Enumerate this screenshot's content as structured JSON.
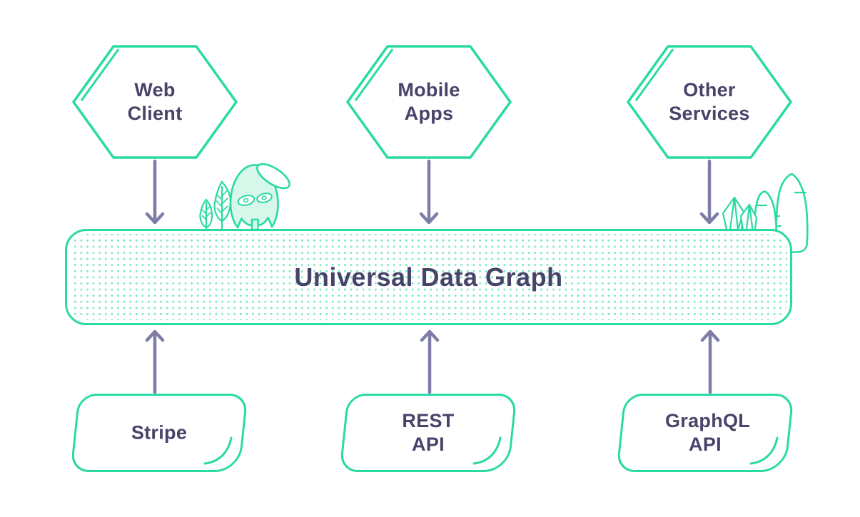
{
  "diagram": {
    "title": "Universal Data Graph",
    "clients": [
      {
        "label": "Web Client"
      },
      {
        "label": "Mobile Apps"
      },
      {
        "label": "Other Services"
      }
    ],
    "sources": [
      {
        "label": "Stripe"
      },
      {
        "label": "REST API"
      },
      {
        "label": "GraphQL API"
      }
    ],
    "decorations": {
      "left": [
        "leaf-plants",
        "ghost-mascot-with-halo"
      ],
      "right": [
        "crystals",
        "hills"
      ]
    },
    "colors": {
      "outline_teal": "#29daa3",
      "fill_mint": "#d8f7eb",
      "dot_teal": "#82e8cb",
      "text_purple": "#474369",
      "arrow_purple": "#7d7da8",
      "background": "#ffffff"
    }
  }
}
